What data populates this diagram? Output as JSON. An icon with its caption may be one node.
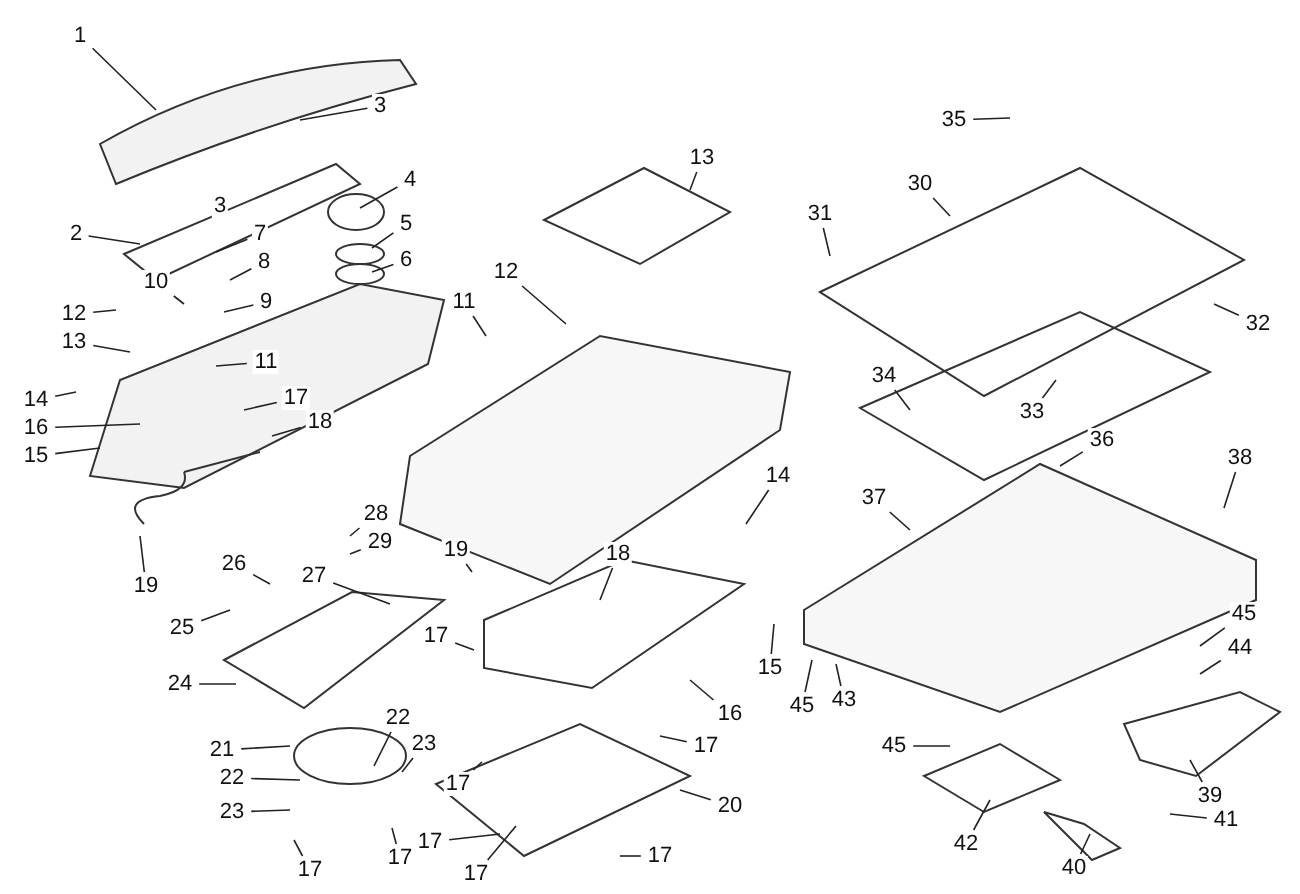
{
  "diagram": {
    "nodes": [
      {
        "text": [
          "1"
        ]
      },
      {
        "text": [
          "3"
        ]
      },
      {
        "text": [
          "4"
        ]
      },
      {
        "text": [
          "2"
        ]
      },
      {
        "text": [
          "7"
        ]
      },
      {
        "text": [
          "5"
        ]
      },
      {
        "text": [
          "8"
        ]
      },
      {
        "text": [
          "6"
        ]
      },
      {
        "text": [
          "10"
        ]
      },
      {
        "text": [
          "9"
        ]
      },
      {
        "text": [
          "12"
        ]
      },
      {
        "text": [
          "13"
        ]
      },
      {
        "text": [
          "11"
        ]
      },
      {
        "text": [
          "14"
        ]
      },
      {
        "text": [
          "17"
        ]
      },
      {
        "text": [
          "18"
        ]
      },
      {
        "text": [
          "16"
        ]
      },
      {
        "text": [
          "15"
        ]
      },
      {
        "text": [
          "19"
        ]
      },
      {
        "text": [
          "35"
        ]
      },
      {
        "text": [
          "13"
        ]
      },
      {
        "text": [
          "30"
        ]
      },
      {
        "text": [
          "31"
        ]
      },
      {
        "text": [
          "12"
        ]
      },
      {
        "text": [
          "11"
        ]
      },
      {
        "text": [
          "32"
        ]
      },
      {
        "text": [
          "34"
        ]
      },
      {
        "text": [
          "33"
        ]
      },
      {
        "text": [
          "36"
        ]
      },
      {
        "text": [
          "14"
        ]
      },
      {
        "text": [
          "37"
        ]
      },
      {
        "text": [
          "38"
        ]
      },
      {
        "text": [
          "28"
        ]
      },
      {
        "text": [
          "29"
        ]
      },
      {
        "text": [
          "19"
        ]
      },
      {
        "text": [
          "18"
        ]
      },
      {
        "text": [
          "26"
        ]
      },
      {
        "text": [
          "27"
        ]
      },
      {
        "text": [
          "25"
        ]
      },
      {
        "text": [
          "17"
        ]
      },
      {
        "text": [
          "15"
        ]
      },
      {
        "text": [
          "45"
        ]
      },
      {
        "text": [
          "44"
        ]
      },
      {
        "text": [
          "45"
        ]
      },
      {
        "text": [
          "43"
        ]
      },
      {
        "text": [
          "24"
        ]
      },
      {
        "text": [
          "16"
        ]
      },
      {
        "text": [
          "22"
        ]
      },
      {
        "text": [
          "21"
        ]
      },
      {
        "text": [
          "23"
        ]
      },
      {
        "text": [
          "22"
        ]
      },
      {
        "text": [
          "23"
        ]
      },
      {
        "text": [
          "17"
        ]
      },
      {
        "text": [
          "17"
        ]
      },
      {
        "text": [
          "20"
        ]
      },
      {
        "text": [
          "45"
        ]
      },
      {
        "text": [
          "17"
        ]
      },
      {
        "text": [
          "17"
        ]
      },
      {
        "text": [
          "17"
        ]
      },
      {
        "text": [
          "17"
        ]
      },
      {
        "text": [
          "17"
        ]
      },
      {
        "text": [
          "42"
        ]
      },
      {
        "text": [
          "39"
        ]
      },
      {
        "text": [
          "41"
        ]
      },
      {
        "text": [
          "40"
        ]
      }
    ],
    "edges": [
      {
        "from": 0,
        "to": null,
        "arrow": "none"
      },
      {
        "from": 1,
        "to": null,
        "arrow": "none"
      },
      {
        "from": 2,
        "to": null,
        "arrow": "none"
      },
      {
        "from": 3,
        "to": null,
        "arrow": "none"
      },
      {
        "from": 4,
        "to": null,
        "arrow": "none"
      },
      {
        "from": 5,
        "to": null,
        "arrow": "none"
      },
      {
        "from": 6,
        "to": null,
        "arrow": "none"
      },
      {
        "from": 7,
        "to": null,
        "arrow": "none"
      },
      {
        "from": 8,
        "to": null,
        "arrow": "none"
      },
      {
        "from": 9,
        "to": null,
        "arrow": "none"
      },
      {
        "from": 10,
        "to": null,
        "arrow": "none"
      },
      {
        "from": 11,
        "to": null,
        "arrow": "none"
      },
      {
        "from": 12,
        "to": null,
        "arrow": "none"
      },
      {
        "from": 13,
        "to": null,
        "arrow": "none"
      },
      {
        "from": 14,
        "to": null,
        "arrow": "none"
      },
      {
        "from": 15,
        "to": null,
        "arrow": "none"
      },
      {
        "from": 16,
        "to": null,
        "arrow": "none"
      },
      {
        "from": 17,
        "to": null,
        "arrow": "none"
      },
      {
        "from": 18,
        "to": null,
        "arrow": "none"
      },
      {
        "from": 19,
        "to": null,
        "arrow": "none"
      },
      {
        "from": 20,
        "to": null,
        "arrow": "none"
      },
      {
        "from": 21,
        "to": null,
        "arrow": "none"
      },
      {
        "from": 22,
        "to": null,
        "arrow": "none"
      },
      {
        "from": 23,
        "to": null,
        "arrow": "none"
      },
      {
        "from": 24,
        "to": null,
        "arrow": "none"
      },
      {
        "from": 25,
        "to": null,
        "arrow": "none"
      },
      {
        "from": 26,
        "to": null,
        "arrow": "none"
      },
      {
        "from": 27,
        "to": null,
        "arrow": "none"
      },
      {
        "from": 28,
        "to": null,
        "arrow": "none"
      },
      {
        "from": 29,
        "to": null,
        "arrow": "none"
      },
      {
        "from": 30,
        "to": null,
        "arrow": "none"
      },
      {
        "from": 31,
        "to": null,
        "arrow": "none"
      },
      {
        "from": 32,
        "to": null,
        "arrow": "none"
      },
      {
        "from": 33,
        "to": null,
        "arrow": "none"
      },
      {
        "from": 34,
        "to": null,
        "arrow": "none"
      },
      {
        "from": 35,
        "to": null,
        "arrow": "none"
      },
      {
        "from": 36,
        "to": null,
        "arrow": "none"
      },
      {
        "from": 37,
        "to": null,
        "arrow": "none"
      },
      {
        "from": 38,
        "to": null,
        "arrow": "none"
      },
      {
        "from": 39,
        "to": null,
        "arrow": "none"
      },
      {
        "from": 40,
        "to": null,
        "arrow": "none"
      },
      {
        "from": 41,
        "to": null,
        "arrow": "none"
      },
      {
        "from": 42,
        "to": null,
        "arrow": "none"
      },
      {
        "from": 43,
        "to": null,
        "arrow": "none"
      },
      {
        "from": 44,
        "to": null,
        "arrow": "none"
      },
      {
        "from": 45,
        "to": null,
        "arrow": "none"
      },
      {
        "from": 46,
        "to": null,
        "arrow": "none"
      },
      {
        "from": 47,
        "to": null,
        "arrow": "none"
      },
      {
        "from": 48,
        "to": null,
        "arrow": "none"
      },
      {
        "from": 49,
        "to": null,
        "arrow": "none"
      },
      {
        "from": 50,
        "to": null,
        "arrow": "none"
      },
      {
        "from": 51,
        "to": null,
        "arrow": "none"
      },
      {
        "from": 52,
        "to": null,
        "arrow": "none"
      },
      {
        "from": 53,
        "to": null,
        "arrow": "none"
      },
      {
        "from": 54,
        "to": null,
        "arrow": "none"
      },
      {
        "from": 55,
        "to": null,
        "arrow": "none"
      },
      {
        "from": 56,
        "to": null,
        "arrow": "none"
      },
      {
        "from": 57,
        "to": null,
        "arrow": "none"
      },
      {
        "from": 58,
        "to": null,
        "arrow": "none"
      },
      {
        "from": 59,
        "to": null,
        "arrow": "none"
      },
      {
        "from": 60,
        "to": null,
        "arrow": "none"
      },
      {
        "from": 61,
        "to": null,
        "arrow": "none"
      },
      {
        "from": 62,
        "to": null,
        "arrow": "none"
      },
      {
        "from": 63,
        "to": null,
        "arrow": "none"
      },
      {
        "from": 64,
        "to": null,
        "arrow": "none"
      }
    ],
    "labels": [
      "3"
    ]
  }
}
